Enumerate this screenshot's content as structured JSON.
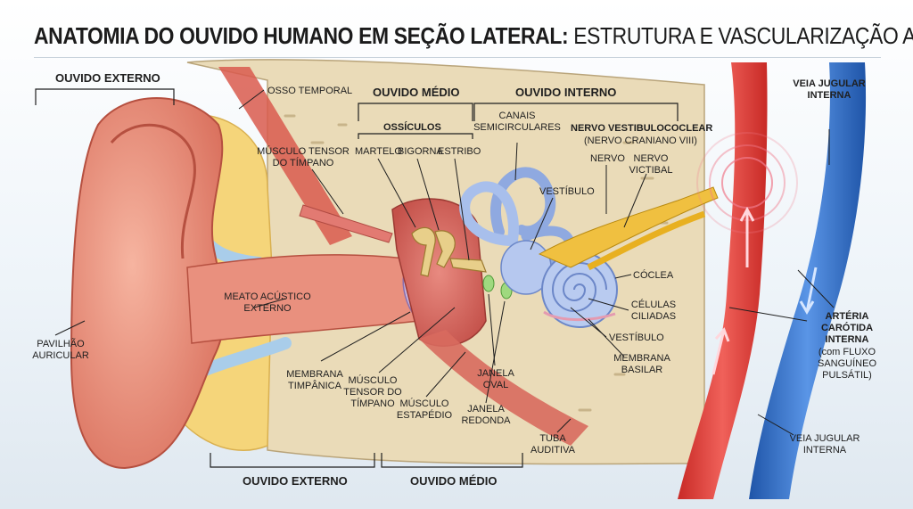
{
  "title": {
    "bold": "ANATOMIA DO OUVIDO HUMANO EM SEÇÃO LATERAL:",
    "normal": "ESTRUTURA E VASCULARIZAÇÃO ADJACENTE"
  },
  "sections": {
    "external_top": "OUVIDO EXTERNO",
    "middle_top": "OUVIDO MÉDIO",
    "inner_top": "OUVIDO INTERNO",
    "external_bottom": "OUVIDO EXTERNO",
    "middle_bottom": "OUVIDO MÉDIO"
  },
  "labels": {
    "osso_temporal": "OSSO TEMPORAL",
    "ossiculos": "OSSÍCULOS",
    "martelo": "MARTELO",
    "bigorna": "BIGORNA",
    "estribo": "ESTRIBO",
    "tensor_top_1": "MÚSCULO TENSOR",
    "tensor_top_2": "DO TÍMPANO",
    "canais_1": "CANAIS",
    "canais_2": "SEMICIRCULARES",
    "nervo_vc": "NERVO VESTIBULOCOCLEAR",
    "nervo_vc_sub": "(NERVO CRANIANO VIII)",
    "nervo": "NERVO",
    "nervo_v_1": "NERVO",
    "nervo_v_2": "VICTIBAL",
    "vestibulo_top": "VESTÍBULO",
    "coclea": "CÓCLEA",
    "celulas_1": "CÉLULAS",
    "celulas_2": "CILIADAS",
    "vestibulo_bottom": "VESTÍBULO",
    "membrana_basilar_1": "MEMBRANA",
    "membrana_basilar_2": "BASILAR",
    "meato_1": "MEATO ACÚSTICO",
    "meato_2": "EXTERNO",
    "pavilhao_1": "PAVILHÃO",
    "pavilhao_2": "AURICULAR",
    "membrana_timp_1": "MEMBRANA",
    "membrana_timp_2": "TIMPÂNICA",
    "tensor_bot_1": "MÚSCULO",
    "tensor_bot_2": "TENSOR DO",
    "tensor_bot_3": "TÍMPANO",
    "estapedio_1": "MÚSCULO",
    "estapedio_2": "ESTAPÉDIO",
    "janela_oval_1": "JANELA",
    "janela_oval_2": "OVAL",
    "janela_redonda_1": "JANELA",
    "janela_redonda_2": "REDONDA",
    "tuba_1": "TUBA",
    "tuba_2": "AUDITIVA",
    "veia_top_1": "VEIA JUGULAR",
    "veia_top_2": "INTERNA",
    "arteria_1": "ARTÉRIA",
    "arteria_2": "CARÓTIDA",
    "arteria_3": "INTERNA",
    "arteria_4": "(com FLUXO",
    "arteria_5": "SANGUÍNEO",
    "arteria_6": "PULSÁTIL)",
    "veia_bot_1": "VEIA JUGULAR",
    "veia_bot_2": "INTERNA"
  },
  "colors": {
    "skin": "#e98c78",
    "cartilage": "#f5d57a",
    "bone": "#efe2c2",
    "artery": "#e0413b",
    "vein": "#2f6fc9",
    "inner_ear": "#9db7e6",
    "nerve": "#f0c040"
  }
}
